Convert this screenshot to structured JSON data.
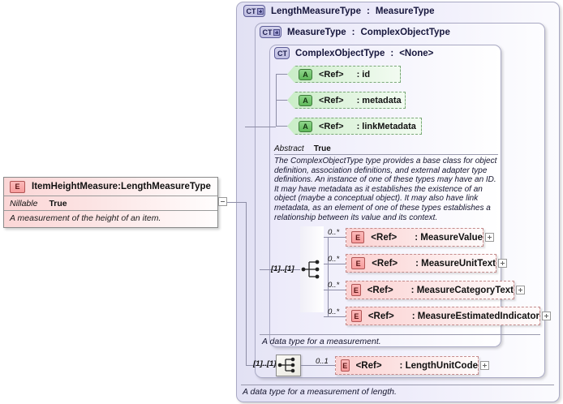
{
  "diagram": {
    "kind": "xsd-schema-diagram",
    "root_element": {
      "badge": "E",
      "name": "ItemHeightMeasure",
      "separator": " : ",
      "type": "LengthMeasureType",
      "facet_label": "Nillable",
      "facet_value": "True",
      "documentation": "A measurement of the height of an item."
    },
    "panels": [
      {
        "badge": "CT",
        "badge_icon": "complex-type-expand-icon",
        "name": "LengthMeasureType",
        "separator": " : ",
        "base": "MeasureType",
        "documentation": "A data type for a measurement of length."
      },
      {
        "badge": "CT",
        "badge_icon": "complex-type-expand-icon",
        "name": "MeasureType",
        "separator": " : ",
        "base": "ComplexObjectType",
        "documentation": "A data type for a measurement."
      },
      {
        "badge": "CT",
        "badge_icon": "complex-type-icon",
        "name": "ComplexObjectType",
        "separator": " : ",
        "base": "<None>"
      }
    ],
    "attributes": [
      {
        "badge": "A",
        "ref": "<Ref>",
        "name": ": id"
      },
      {
        "badge": "A",
        "ref": "<Ref>",
        "name": ": metadata"
      },
      {
        "badge": "A",
        "ref": "<Ref>",
        "name": ": linkMetadata"
      }
    ],
    "annotation": {
      "abstract_label": "Abstract",
      "abstract_value": "True",
      "documentation": "The ComplexObjectType type provides a base class for object definition, association definitions, and external adapter type definitions. An instance of one of these types may have an ID. It may have metadata as it establishes the existence of an object (maybe a conceptual object). It may also have link metadata, as an element of one of these types establishes a relationship between its value and its context."
    },
    "measure_group": {
      "compositor": "sequence-icon",
      "group_cardinality": "[1]..[1]",
      "elements": [
        {
          "badge": "E",
          "ref": "<Ref>",
          "name": ": MeasureValue",
          "cardinality": "0..*",
          "expand": "+"
        },
        {
          "badge": "E",
          "ref": "<Ref>",
          "name": ": MeasureUnitText",
          "cardinality": "0..*",
          "expand": "+"
        },
        {
          "badge": "E",
          "ref": "<Ref>",
          "name": ": MeasureCategoryText",
          "cardinality": "0..*",
          "expand": "+"
        },
        {
          "badge": "E",
          "ref": "<Ref>",
          "name": ": MeasureEstimatedIndicator",
          "cardinality": "0..*",
          "expand": "+"
        }
      ]
    },
    "length_group": {
      "compositor": "sequence-icon",
      "group_cardinality": "[1]..[1]",
      "elements": [
        {
          "badge": "E",
          "ref": "<Ref>",
          "name": ": LengthUnitCode",
          "cardinality": "0..1",
          "expand": "+"
        }
      ]
    },
    "colors": {
      "element_fill": "#fbd2d2",
      "attribute_fill": "#c9edc6",
      "panel_fill": "#e2e1f4",
      "connector": "#8d8da6"
    }
  }
}
